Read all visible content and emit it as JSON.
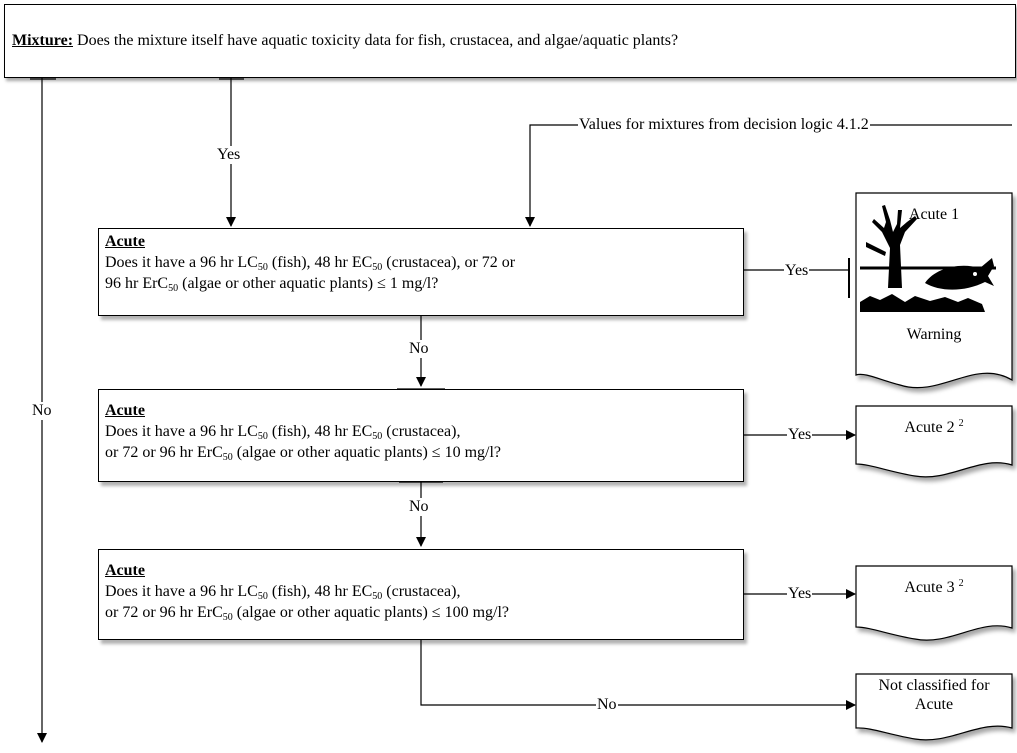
{
  "top": {
    "label": "Mixture:",
    "question": "Does the mixture itself have aquatic toxicity data for fish, crustacea, and algae/aquatic plants?"
  },
  "edges": {
    "yes": "Yes",
    "no": "No",
    "values_from": "Values for mixtures from decision logic 4.1.2"
  },
  "boxes": [
    {
      "heading": "Acute",
      "line1_pre": "Does it have a 96 hr LC",
      "line1_sub1": "50",
      "line1_mid": " (fish), 48 hr EC",
      "line1_sub2": "50",
      "line1_post": " (crustacea), or 72 or",
      "line2_pre": "96 hr ErC",
      "line2_sub": "50",
      "line2_post": " (algae or other aquatic plants) ≤ 1 mg/l?"
    },
    {
      "heading": "Acute",
      "line1_pre": "Does it have a 96 hr LC",
      "line1_sub1": "50",
      "line1_mid": " (fish), 48 hr EC",
      "line1_sub2": "50",
      "line1_post": " (crustacea),",
      "line2_pre": "or 72 or 96 hr ErC",
      "line2_sub": "50",
      "line2_post": " (algae or other aquatic plants)  ≤ 10 mg/l?"
    },
    {
      "heading": "Acute",
      "line1_pre": "Does it have a 96 hr LC",
      "line1_sub1": "50",
      "line1_mid": " (fish), 48 hr EC",
      "line1_sub2": "50",
      "line1_post": " (crustacea),",
      "line2_pre": "or 72 or 96 hr ErC",
      "line2_sub": "50",
      "line2_post": " (algae or other aquatic plants) ≤ 100 mg/l?"
    }
  ],
  "outcomes": {
    "acute1_title": "Acute 1",
    "acute1_signal": "Warning",
    "acute2": "Acute 2",
    "acute2_note": "2",
    "acute3": "Acute 3",
    "acute3_note": "2",
    "not_classified_line1": "Not classified for",
    "not_classified_line2": "Acute"
  },
  "pictogram": "environment-hazard-icon"
}
